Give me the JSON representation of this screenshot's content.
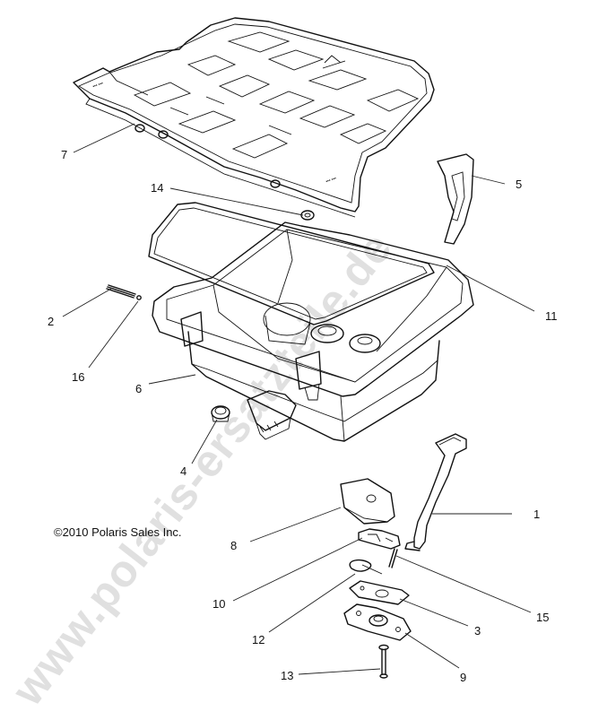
{
  "watermark": "www.polaris-ersatzteile.de",
  "copyright": "©2010 Polaris Sales Inc.",
  "callouts": [
    {
      "id": "1",
      "label": "1"
    },
    {
      "id": "2",
      "label": "2"
    },
    {
      "id": "3",
      "label": "3"
    },
    {
      "id": "4",
      "label": "4"
    },
    {
      "id": "5",
      "label": "5"
    },
    {
      "id": "6",
      "label": "6"
    },
    {
      "id": "7",
      "label": "7"
    },
    {
      "id": "8",
      "label": "8"
    },
    {
      "id": "9",
      "label": "9"
    },
    {
      "id": "10",
      "label": "10"
    },
    {
      "id": "11",
      "label": "11"
    },
    {
      "id": "12",
      "label": "12"
    },
    {
      "id": "13",
      "label": "13"
    },
    {
      "id": "14",
      "label": "14"
    },
    {
      "id": "15",
      "label": "15"
    },
    {
      "id": "16",
      "label": "16"
    }
  ]
}
